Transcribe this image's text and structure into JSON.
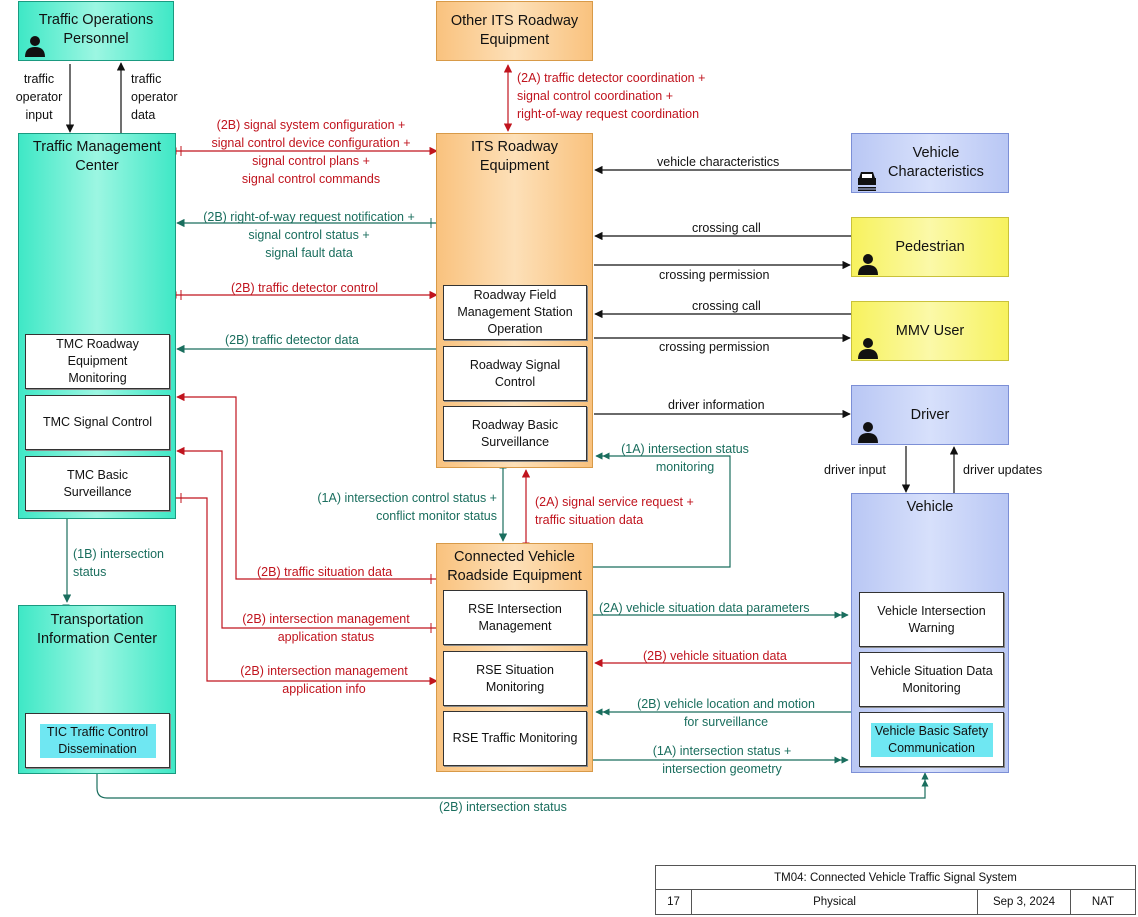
{
  "entities": {
    "top": "Traffic Operations Personnel",
    "tmc": "Traffic Management Center",
    "tic": "Transportation Information Center",
    "other_its": "Other ITS Roadway Equipment",
    "its": "ITS Roadway Equipment",
    "cv_rse": "Connected Vehicle Roadside Equipment",
    "veh_char": "Vehicle Characteristics",
    "pedestrian": "Pedestrian",
    "mmv": "MMV User",
    "driver": "Driver",
    "vehicle": "Vehicle"
  },
  "functions": {
    "tmc_rem": "TMC Roadway Equipment Monitoring",
    "tmc_sc": "TMC Signal Control",
    "tmc_bs": "TMC Basic Surveillance",
    "tic_tcd": "TIC Traffic Control Dissemination",
    "rfms": "Roadway Field Management Station Operation",
    "rsc": "Roadway Signal Control",
    "rbs": "Roadway Basic Surveillance",
    "rse_im": "RSE Intersection Management",
    "rse_sm": "RSE Situation Monitoring",
    "rse_tm": "RSE Traffic Monitoring",
    "viw": "Vehicle Intersection Warning",
    "vsdm": "Vehicle Situation Data Monitoring",
    "vbsc": "Vehicle Basic Safety Communication"
  },
  "flows": {
    "op_input": [
      "traffic",
      "operator",
      "input"
    ],
    "op_data": [
      "traffic",
      "operator",
      "data"
    ],
    "sig_config": [
      "(2B) signal system configuration +",
      "signal control device configuration +",
      "signal control plans +",
      "signal control commands"
    ],
    "coord": [
      "(2A) traffic detector coordination +",
      "signal control coordination +",
      "right-of-way request coordination"
    ],
    "veh_char": "vehicle characteristics",
    "row_notif": [
      "(2B) right-of-way request notification +",
      "signal control status +",
      "signal fault data"
    ],
    "crossing_call_1": "crossing call",
    "crossing_perm_1": "crossing permission",
    "crossing_call_2": "crossing call",
    "crossing_perm_2": "crossing permission",
    "det_control": "(2B) traffic detector control",
    "det_data": "(2B) traffic detector data",
    "driver_info": "driver information",
    "int_status_mon": [
      "(1A) intersection status",
      "monitoring"
    ],
    "driver_input": "driver input",
    "driver_updates": "driver updates",
    "int_ctrl_status": [
      "(1A) intersection control status +",
      "conflict monitor status"
    ],
    "sig_service": [
      "(2A) signal service request +",
      "traffic situation data"
    ],
    "int_status_1b": [
      "(1B) intersection",
      "status"
    ],
    "traffic_sit": "(2B) traffic situation data",
    "int_mgmt_status": [
      "(2B) intersection management",
      "application status"
    ],
    "int_mgmt_info": [
      "(2B) intersection management",
      "application info"
    ],
    "veh_sit_params": "(2A) vehicle situation data parameters",
    "veh_sit_data": "(2B) vehicle situation data",
    "veh_loc": [
      "(2B) vehicle location and motion",
      "for surveillance"
    ],
    "int_status_geom": [
      "(1A) intersection status +",
      "intersection geometry"
    ],
    "int_status_bottom": "(2B) intersection status"
  },
  "title_block": {
    "title": "TM04: Connected Vehicle Traffic Signal System",
    "number": "17",
    "view": "Physical",
    "date": "Sep 3, 2024",
    "scope": "NAT"
  },
  "colors": {
    "request_flow": "#c0141e",
    "status_flow": "#1a6e5e",
    "generic_flow": "#111111"
  }
}
